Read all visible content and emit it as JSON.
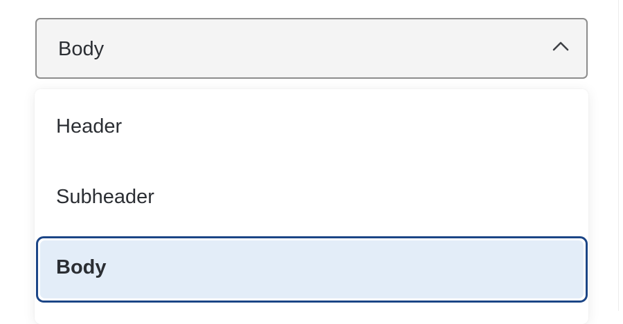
{
  "select": {
    "value": "Body",
    "icon": "chevron-up-icon",
    "expanded": true
  },
  "menu": {
    "items": [
      {
        "label": "Header",
        "selected": false
      },
      {
        "label": "Subheader",
        "selected": false
      },
      {
        "label": "Body",
        "selected": true
      }
    ]
  },
  "colors": {
    "selected_border": "#1b4586",
    "selected_fill": "#e3edf8",
    "select_bg": "#f4f4f4",
    "select_border": "#8c8c8c",
    "text": "#2b2e33"
  }
}
